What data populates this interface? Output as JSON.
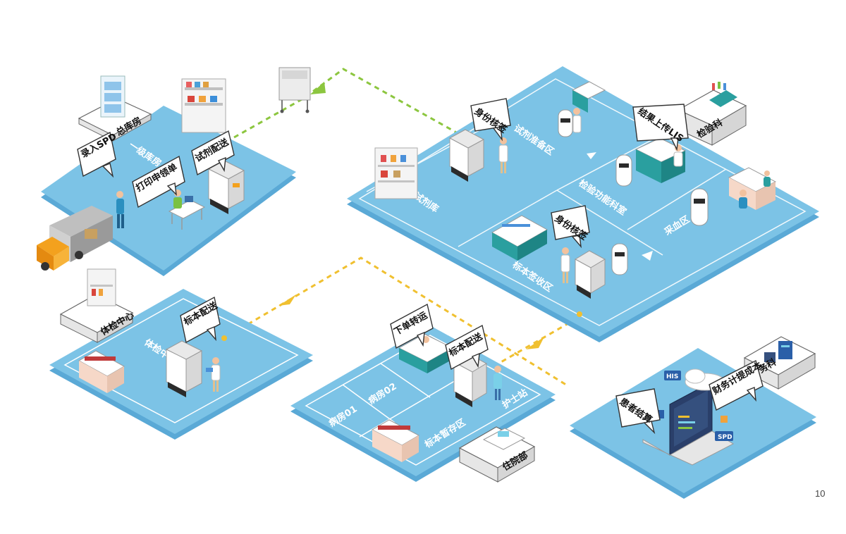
{
  "page_number": "10",
  "colors": {
    "floor": "#7cc3e6",
    "floor_shadow": "#5aa9d6",
    "route_green": "#8cc63f",
    "route_yellow": "#f0c030",
    "accent_teal": "#1e9c9c"
  },
  "zones": {
    "warehouse_primary": "一级库房",
    "reagent_store": "试剂库",
    "reagent_prep": "试剂准备区",
    "lab_function_room": "检验功能科室",
    "blood_collection": "采血区",
    "specimen_receive": "标本签收区",
    "physical_exam": "体检中心",
    "ward_01": "病房01",
    "ward_02": "病房02",
    "nurse_station": "护士站",
    "specimen_temp": "标本暂存区"
  },
  "boxes": {
    "general_warehouse": "总库房",
    "lab_dept": "检验科",
    "exam_center": "体检中心",
    "inpatient": "住院部",
    "finance": "财务科"
  },
  "bubbles": {
    "enter_spd": "录入SPD",
    "print_requisition": "打印申领单",
    "reagent_delivery": "试剂配送",
    "identity_check_1": "身份核签",
    "upload_lis": "结果上传LIS",
    "identity_check_2": "身份核签",
    "specimen_delivery_1": "标本配送",
    "order_transfer": "下单转运",
    "specimen_delivery_2": "标本配送",
    "patient_settlement": "患者结算",
    "finance_cost": "财务计提成本"
  },
  "tags": {
    "his": "HIS",
    "spd": "SPD"
  }
}
